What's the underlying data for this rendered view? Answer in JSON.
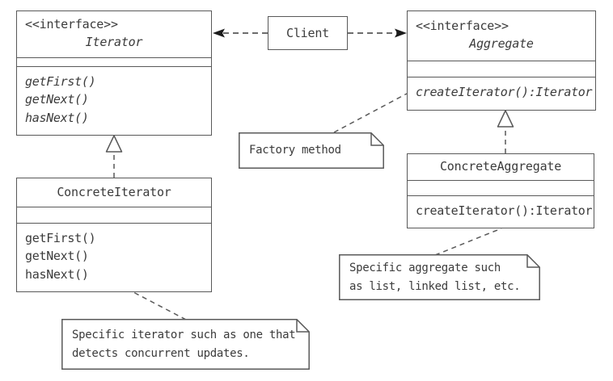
{
  "diagram": {
    "title": "Iterator design pattern UML class diagram",
    "stroke_color": "#595959",
    "text_color": "#3b3b3b",
    "background": "#ffffff"
  },
  "classes": {
    "iterator": {
      "stereotype": "<<interface>>",
      "name": "Iterator",
      "attributes": [],
      "operations": [
        "getFirst()",
        "getNext()",
        "hasNext()"
      ]
    },
    "aggregate": {
      "stereotype": "<<interface>>",
      "name": "Aggregate",
      "attributes": [],
      "operations": [
        "createIterator():Iterator"
      ]
    },
    "concrete_iterator": {
      "stereotype": "",
      "name": "ConcreteIterator",
      "attributes": [],
      "operations": [
        "getFirst()",
        "getNext()",
        "hasNext()"
      ]
    },
    "concrete_aggregate": {
      "stereotype": "",
      "name": "ConcreteAggregate",
      "attributes": [],
      "operations": [
        "createIterator():Iterator"
      ]
    }
  },
  "client": {
    "label": "Client"
  },
  "notes": {
    "factory_method": {
      "lines": [
        "Factory method"
      ]
    },
    "specific_aggregate": {
      "lines": [
        "Specific aggregate such",
        "as list, linked list, etc."
      ]
    },
    "specific_iterator": {
      "lines": [
        "Specific iterator such as one that",
        "detects concurrent updates."
      ]
    }
  },
  "relationships": [
    {
      "name": "client-uses-iterator",
      "type": "dependency",
      "from": "Client",
      "to": "Iterator",
      "style": "dashed-open-arrow"
    },
    {
      "name": "client-uses-aggregate",
      "type": "dependency",
      "from": "Client",
      "to": "Aggregate",
      "style": "dashed-open-arrow"
    },
    {
      "name": "concrete-iterator-realizes-iterator",
      "type": "realization",
      "from": "ConcreteIterator",
      "to": "Iterator",
      "style": "dashed-hollow-triangle"
    },
    {
      "name": "concrete-aggregate-realizes-aggregate",
      "type": "realization",
      "from": "ConcreteAggregate",
      "to": "Aggregate",
      "style": "dashed-hollow-triangle"
    },
    {
      "name": "note-anchor-factory-method",
      "type": "note-anchor",
      "from": "Factory method",
      "to": "createIterator():Iterator",
      "style": "dashed-line"
    },
    {
      "name": "note-anchor-specific-aggregate",
      "type": "note-anchor",
      "from": "Specific aggregate such as list, linked list, etc.",
      "to": "ConcreteAggregate",
      "style": "dashed-line"
    },
    {
      "name": "note-anchor-specific-iterator",
      "type": "note-anchor",
      "from": "Specific iterator such as one that detects concurrent updates.",
      "to": "ConcreteIterator",
      "style": "dashed-line"
    }
  ]
}
